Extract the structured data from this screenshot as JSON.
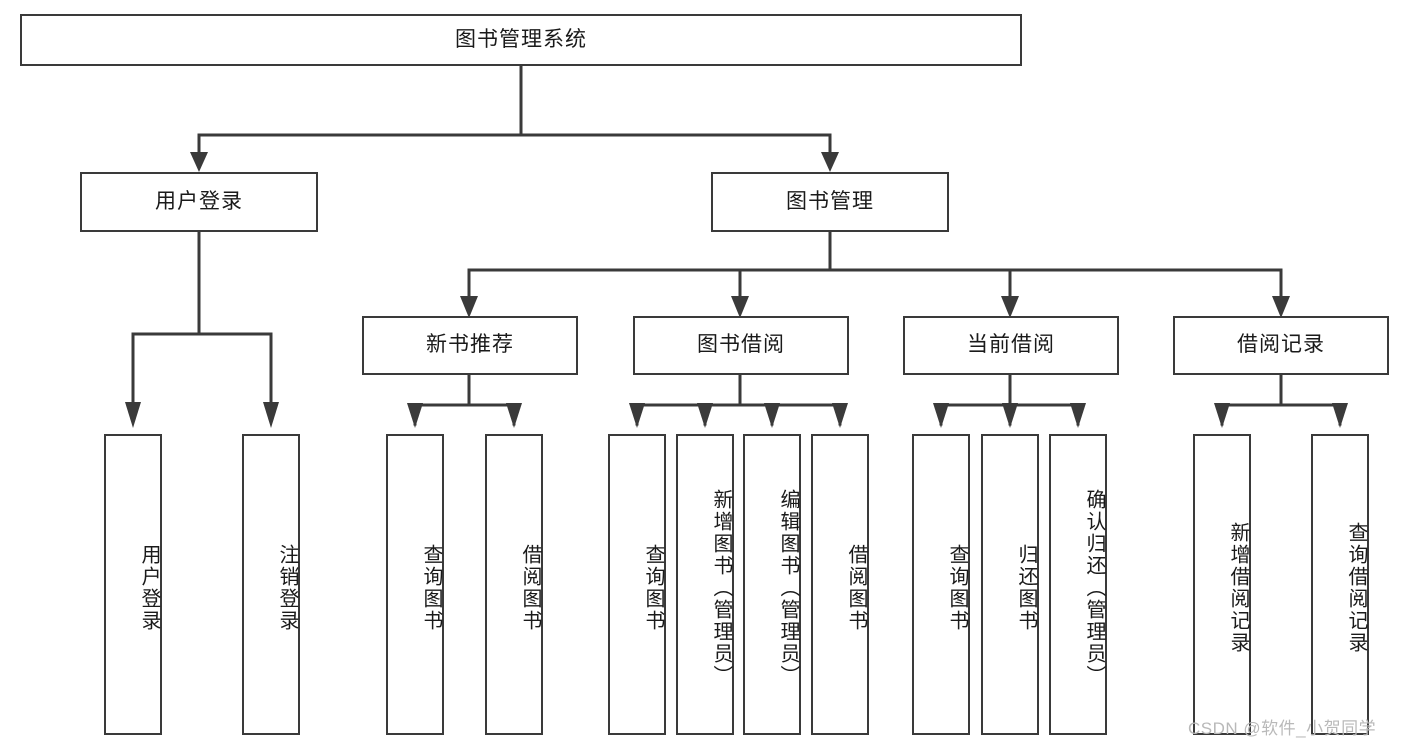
{
  "diagram": {
    "type": "tree",
    "title": "图书管理系统",
    "orientation": "top-down",
    "colors": {
      "background": "#ffffff",
      "box_border": "#3a3a3a",
      "box_fill": "#ffffff",
      "text": "#1a1a1a",
      "connector": "#3a3a3a",
      "watermark": "#b9b9b9"
    },
    "levels": {
      "root": "图书管理系统",
      "level2": [
        "用户登录",
        "图书管理"
      ],
      "level3": [
        "新书推荐",
        "图书借阅",
        "当前借阅",
        "借阅记录"
      ]
    },
    "nodes": {
      "root": {
        "label": "图书管理系统"
      },
      "user_login": {
        "label": "用户登录"
      },
      "book_manage": {
        "label": "图书管理"
      },
      "new_book_rec": {
        "label": "新书推荐"
      },
      "book_borrow": {
        "label": "图书借阅"
      },
      "current_borrow": {
        "label": "当前借阅"
      },
      "borrow_record": {
        "label": "借阅记录"
      },
      "leaf_user_login": {
        "label": "用户登录"
      },
      "leaf_user_logout": {
        "label": "注销登录"
      },
      "leaf_nb_query": {
        "label": "查询图书"
      },
      "leaf_nb_borrow": {
        "label": "借阅图书"
      },
      "leaf_bb_query": {
        "label": "查询图书"
      },
      "leaf_bb_add": {
        "label": "新增图书（管理员）"
      },
      "leaf_bb_edit": {
        "label": "编辑图书（管理员）"
      },
      "leaf_bb_borrow": {
        "label": "借阅图书"
      },
      "leaf_cb_query": {
        "label": "查询图书"
      },
      "leaf_cb_return": {
        "label": "归还图书"
      },
      "leaf_cb_confirm": {
        "label": "确认归还（管理员）"
      },
      "leaf_br_add": {
        "label": "新增借阅记录"
      },
      "leaf_br_query": {
        "label": "查询借阅记录"
      }
    },
    "edges": [
      {
        "from": "图书管理系统",
        "to": "用户登录"
      },
      {
        "from": "图书管理系统",
        "to": "图书管理"
      },
      {
        "from": "用户登录",
        "to": "用户登录"
      },
      {
        "from": "用户登录",
        "to": "注销登录"
      },
      {
        "from": "图书管理",
        "to": "新书推荐"
      },
      {
        "from": "图书管理",
        "to": "图书借阅"
      },
      {
        "from": "图书管理",
        "to": "当前借阅"
      },
      {
        "from": "图书管理",
        "to": "借阅记录"
      },
      {
        "from": "新书推荐",
        "to": "查询图书"
      },
      {
        "from": "新书推荐",
        "to": "借阅图书"
      },
      {
        "from": "图书借阅",
        "to": "查询图书"
      },
      {
        "from": "图书借阅",
        "to": "新增图书（管理员）"
      },
      {
        "from": "图书借阅",
        "to": "编辑图书（管理员）"
      },
      {
        "from": "图书借阅",
        "to": "借阅图书"
      },
      {
        "from": "当前借阅",
        "to": "查询图书"
      },
      {
        "from": "当前借阅",
        "to": "归还图书"
      },
      {
        "from": "当前借阅",
        "to": "确认归还（管理员）"
      },
      {
        "from": "借阅记录",
        "to": "新增借阅记录"
      },
      {
        "from": "借阅记录",
        "to": "查询借阅记录"
      }
    ]
  },
  "watermark": {
    "text": "CSDN @软件_小贺同学"
  }
}
